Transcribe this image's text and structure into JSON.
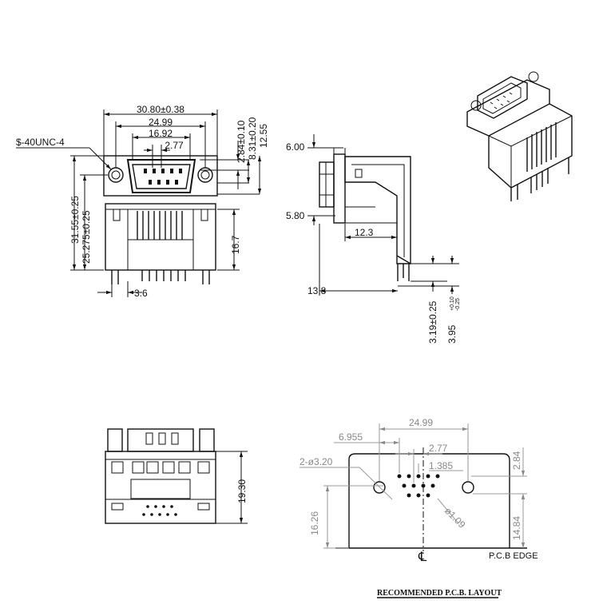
{
  "front_view": {
    "thread": "$-40UNC-4",
    "dim_overall_width": "30.80±0.38",
    "dim_mount_hole_spacing": "24.99",
    "dim_shell_width": "16.92",
    "dim_pin_pitch": "2.77",
    "dim_top_a": "2.84±0.10",
    "dim_top_b": "8.31±0.20",
    "dim_top_c": "12.55",
    "dim_height_total": "31.55±0.25",
    "dim_height_body": "25.275±0.25",
    "dim_right_height": "16.7",
    "dim_pin_offset": "3.6"
  },
  "side_view": {
    "dim_face_top": "6.00",
    "dim_face_bottom": "5.80",
    "dim_depth": "12.3",
    "dim_base": "13.8",
    "dim_pin_a": "3.19±0.25",
    "dim_pin_b": "3.95",
    "dim_pin_b_tol_upper": "+0.10",
    "dim_pin_b_tol_lower": "-0.25"
  },
  "bottom_view": {
    "dim_height": "19.30"
  },
  "pcb_layout": {
    "dim_hole_spacing": "24.99",
    "dim_offset": "6.955",
    "dim_pitch": "2.77",
    "dim_half_pitch": "1.385",
    "mount_holes": "2-ø3.20",
    "pin_hole": "ø1.09",
    "dim_edge_total": "16.26",
    "dim_edge_row": "14.84",
    "dim_row_gap": "2.84",
    "centerline_mark": "℄",
    "edge_label": "P.C.B EDGE",
    "title": "RECOMMENDED P.C.B. LAYOUT"
  }
}
